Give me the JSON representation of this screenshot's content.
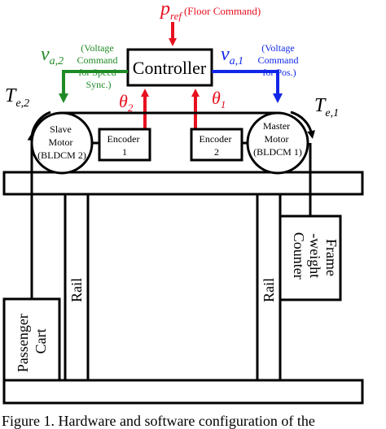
{
  "diagram": {
    "floor_command": {
      "symbol": "p",
      "subscript": "ref",
      "note": "(Floor Command)"
    },
    "controller": {
      "label": "Controller"
    },
    "v_a2": {
      "symbol": "v",
      "subscript": "a,2"
    },
    "v_a1": {
      "symbol": "v",
      "subscript": "a,1"
    },
    "v_a2_note": [
      "(Voltage",
      "Command",
      "for Speed",
      "Sync.)"
    ],
    "v_a1_note": [
      "(Voltage",
      "Command",
      "for Pos.)"
    ],
    "theta2": {
      "symbol": "θ",
      "subscript": "2"
    },
    "theta1": {
      "symbol": "θ",
      "subscript": "1"
    },
    "te2": {
      "symbol": "T",
      "subscript": "e,2"
    },
    "te1": {
      "symbol": "T",
      "subscript": "e,1"
    },
    "slave_motor": [
      "Slave",
      "Motor",
      "(BLDCM 2)"
    ],
    "master_motor": [
      "Master",
      "Motor",
      "(BLDCM 1)"
    ],
    "encoder1": [
      "Encoder",
      "1"
    ],
    "encoder2": [
      "Encoder",
      "2"
    ],
    "rail_left": "Rail",
    "rail_right": "Rail",
    "passenger_cart": [
      "Passenger",
      "Cart"
    ],
    "counterweight": [
      "Counter",
      "-weight",
      "Frame"
    ],
    "caption": "Figure 1. Hardware and software configuration of the"
  },
  "colors": {
    "red": "#e8101f",
    "green": "#1f8a26",
    "blue": "#1027e8",
    "black": "#000000"
  }
}
